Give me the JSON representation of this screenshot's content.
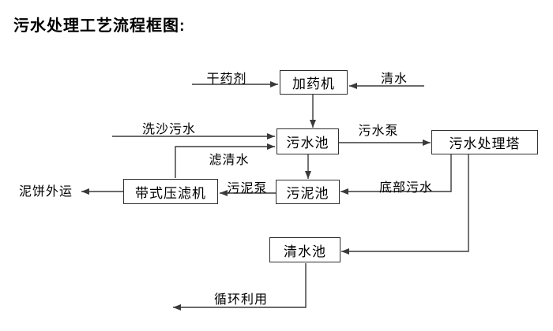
{
  "title": "污水处理工艺流程框图:",
  "nodes": [
    {
      "id": "dosing-machine",
      "label": "加药机"
    },
    {
      "id": "sewage-pool",
      "label": "污水池"
    },
    {
      "id": "sewage-treatment-tower",
      "label": "污水处理塔"
    },
    {
      "id": "sludge-pool",
      "label": "污泥池"
    },
    {
      "id": "belt-filter-press",
      "label": "带式压滤机"
    },
    {
      "id": "clean-water-pool",
      "label": "清水池"
    }
  ],
  "flows": [
    {
      "label": "干药剂",
      "from": "external",
      "to": "加药机"
    },
    {
      "label": "清水",
      "from": "external",
      "to": "加药机"
    },
    {
      "label": "",
      "from": "加药机",
      "to": "污水池"
    },
    {
      "label": "洗沙污水",
      "from": "external",
      "to": "污水池"
    },
    {
      "label": "滤清水",
      "from": "带式压滤机",
      "to": "污水池"
    },
    {
      "label": "污水泵",
      "from": "污水池",
      "to": "污水处理塔"
    },
    {
      "label": "",
      "from": "污水池",
      "to": "污泥池"
    },
    {
      "label": "底部污水",
      "from": "污水处理塔",
      "to": "污泥池"
    },
    {
      "label": "污泥泵",
      "from": "污泥池",
      "to": "带式压滤机"
    },
    {
      "label": "泥饼外运",
      "from": "带式压滤机",
      "to": "external"
    },
    {
      "label": "",
      "from": "污水处理塔",
      "to": "清水池"
    },
    {
      "label": "循环利用",
      "from": "清水池",
      "to": "external"
    }
  ],
  "colors": {
    "line": "#3a3a3a",
    "box_border": "#2f2f2f",
    "box_fill": "#ffffff",
    "text": "#000000",
    "background": "#ffffff"
  }
}
